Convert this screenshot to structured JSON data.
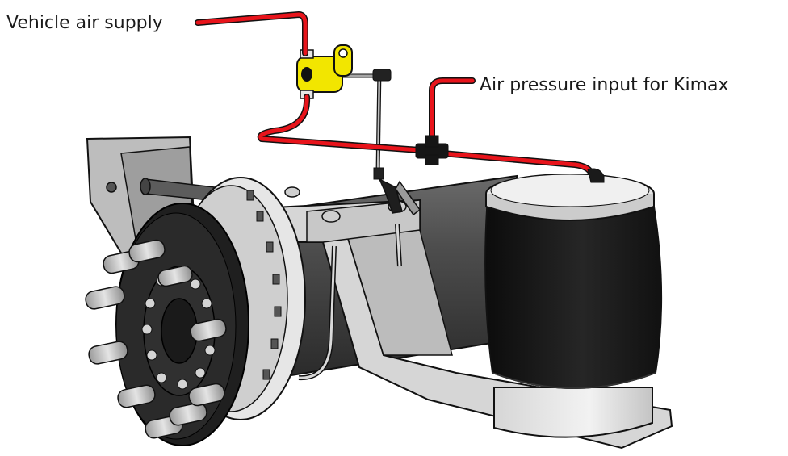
{
  "labels": {
    "vehicle_air_supply": "Vehicle air supply",
    "air_pressure_input": "Air pressure input for Kimax"
  },
  "colors": {
    "air_line": "#e8141b",
    "valve_body": "#f2e600",
    "metal_light": "#d9d9d9",
    "metal_mid": "#a9a9a9",
    "metal_dark": "#5a5a5a",
    "rubber": "#141414",
    "hub": "#262626",
    "outline": "#111111"
  },
  "components": [
    "leveling-valve",
    "air-line",
    "tee-fitting",
    "air-spring",
    "brake-disc",
    "wheel-hub",
    "wheel-studs",
    "axle-tube",
    "trailing-arm",
    "hanger-bracket",
    "valve-linkage",
    "u-bolts"
  ]
}
